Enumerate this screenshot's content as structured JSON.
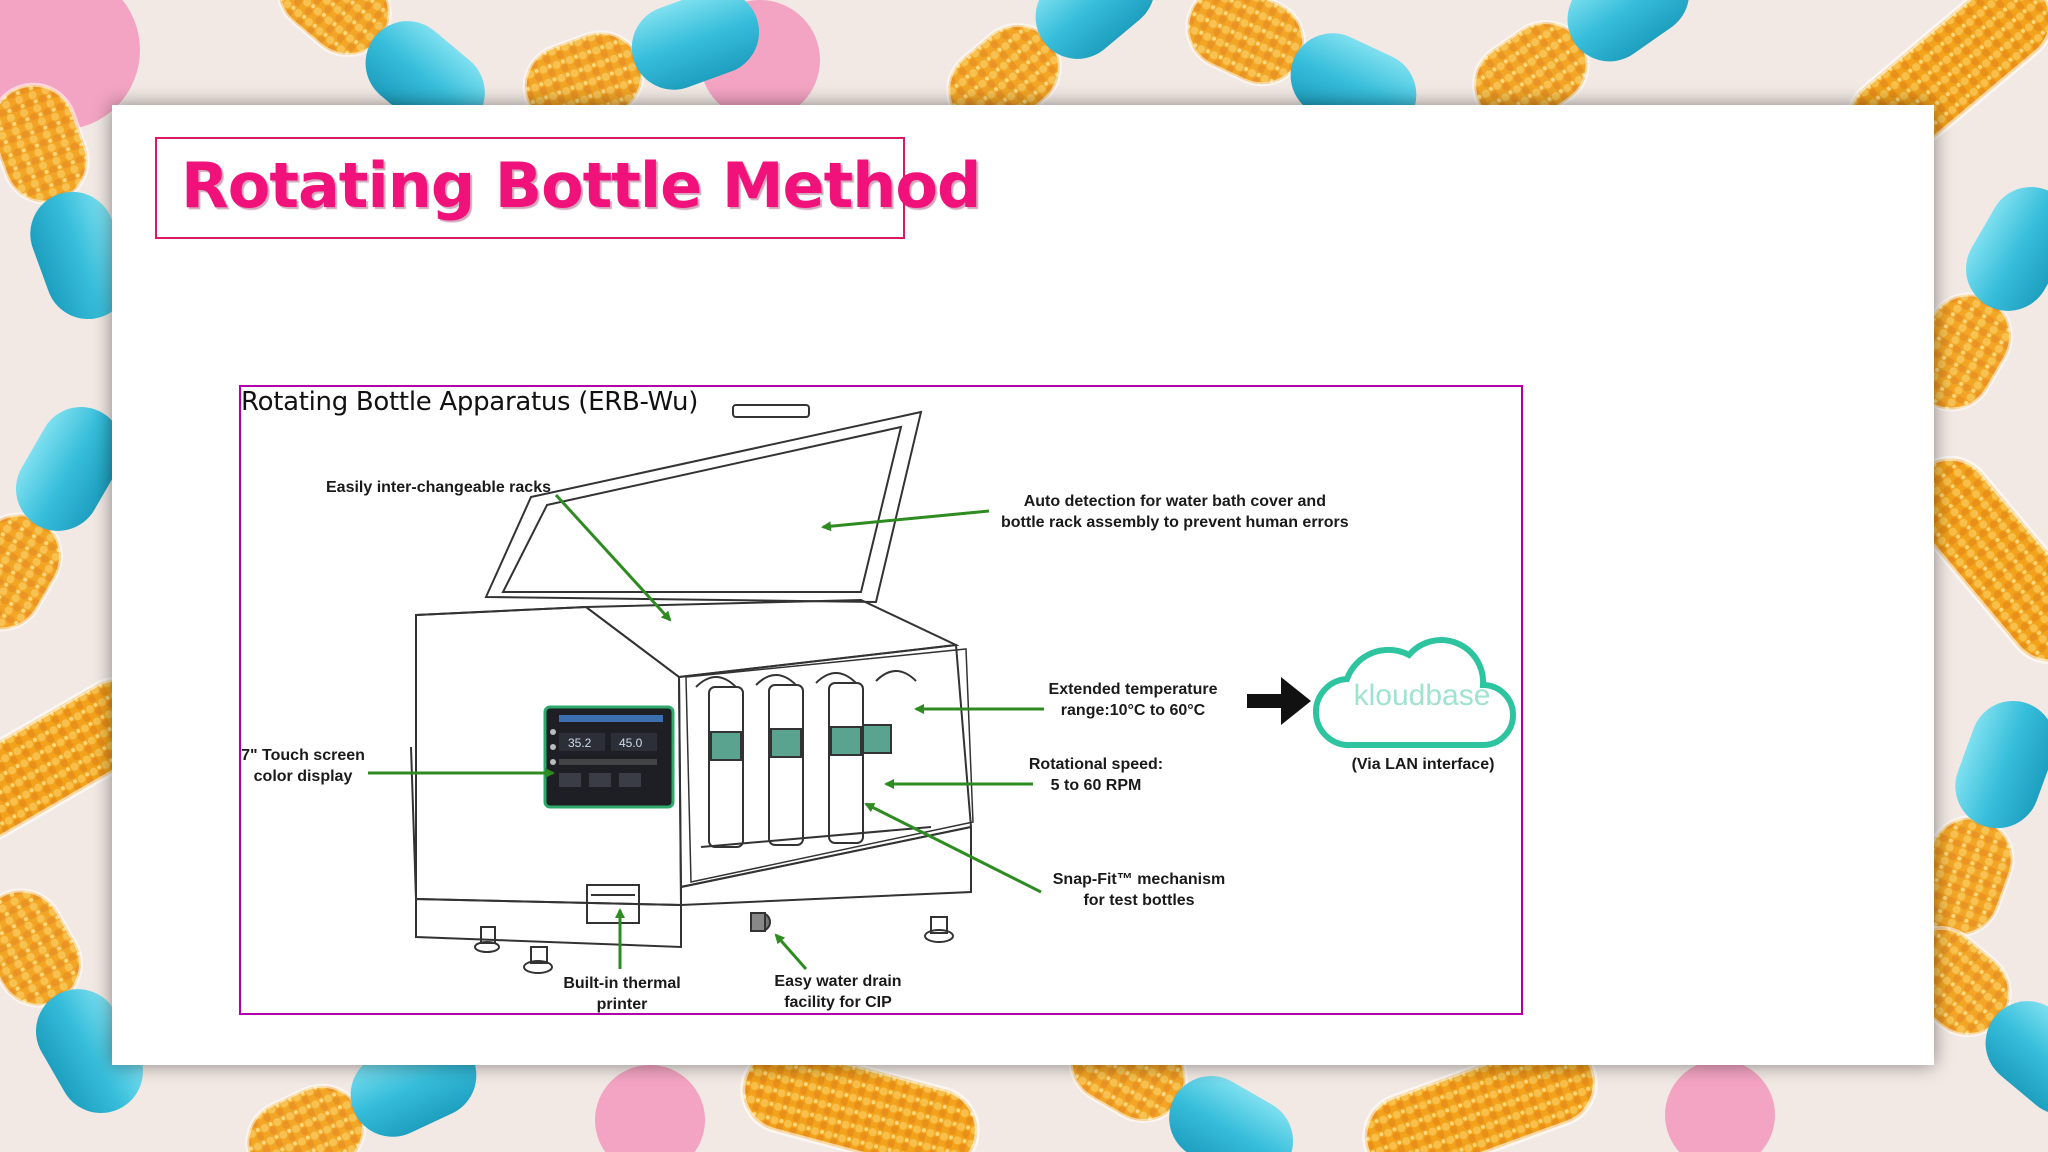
{
  "slide": {
    "title": "Rotating Bottle Method"
  },
  "figure": {
    "title": "Rotating Bottle Apparatus (ERB-Wu)",
    "annotations": {
      "racks": "Easily inter-changeable racks",
      "auto_detect_line1": "Auto detection for water bath cover and",
      "auto_detect_line2": "bottle rack assembly to prevent human errors",
      "touch_line1": "7\" Touch screen",
      "touch_line2": "color display",
      "temp_line1": "Extended temperature",
      "temp_line2": "range:10°C to 60°C",
      "speed_line1": "Rotational speed:",
      "speed_line2": "5 to 60 RPM",
      "snap_line1": "Snap-Fit™ mechanism",
      "snap_line2": "for test bottles",
      "printer_line1": "Built-in thermal",
      "printer_line2": "printer",
      "drain_line1": "Easy water drain",
      "drain_line2": "facility for CIP",
      "lan": "(Via LAN interface)"
    },
    "logo_text": "kloudbase",
    "screen_readouts": [
      "35.2",
      "45.0"
    ],
    "colors": {
      "arrow_green": "#2e8b22",
      "logo_teal": "#2fc4a0",
      "title_pink": "#f0127a",
      "border_magenta": "#b000a8"
    }
  },
  "background": {
    "description_icons": [
      "capsule-icon"
    ]
  }
}
